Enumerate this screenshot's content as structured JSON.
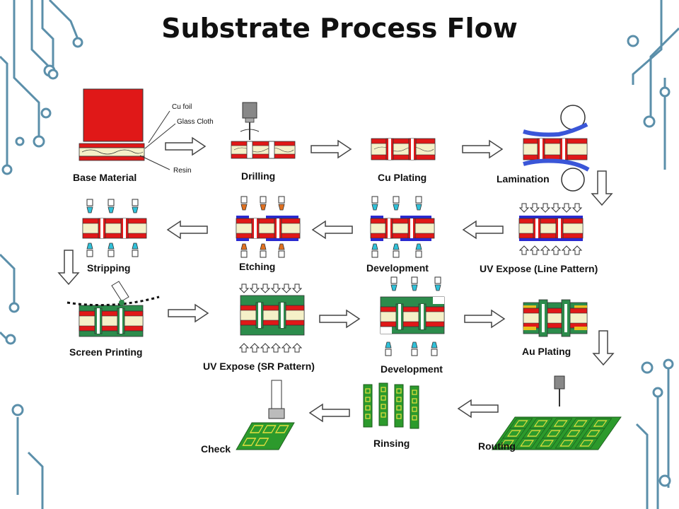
{
  "title": "Substrate Process Flow",
  "colors": {
    "copper": "#e01818",
    "glass": "#f5f0c8",
    "laminate": "#2c8c4c",
    "dryfilm": "#2a2ad0",
    "nozzle": "#30c0d8",
    "etchant": "#e07020",
    "board_green": "#2c9a2c",
    "circuit_deco": "#5b8faa"
  },
  "material_callouts": {
    "cu_foil": "Cu foil",
    "glass_cloth": "Glass Cloth",
    "resin": "Resin"
  },
  "steps": [
    {
      "id": "base-material",
      "label": "Base Material"
    },
    {
      "id": "drilling",
      "label": "Drilling"
    },
    {
      "id": "cu-plating",
      "label": "Cu Plating"
    },
    {
      "id": "lamination",
      "label": "Lamination"
    },
    {
      "id": "uv-expose-line",
      "label": "UV Expose (Line Pattern)"
    },
    {
      "id": "development-1",
      "label": "Development"
    },
    {
      "id": "etching",
      "label": "Etching"
    },
    {
      "id": "stripping",
      "label": "Stripping"
    },
    {
      "id": "screen-printing",
      "label": "Screen Printing"
    },
    {
      "id": "uv-expose-sr",
      "label": "UV Expose (SR Pattern)"
    },
    {
      "id": "development-2",
      "label": "Development"
    },
    {
      "id": "au-plating",
      "label": "Au Plating"
    },
    {
      "id": "routing",
      "label": "Routing"
    },
    {
      "id": "rinsing",
      "label": "Rinsing"
    },
    {
      "id": "check",
      "label": "Check"
    }
  ]
}
